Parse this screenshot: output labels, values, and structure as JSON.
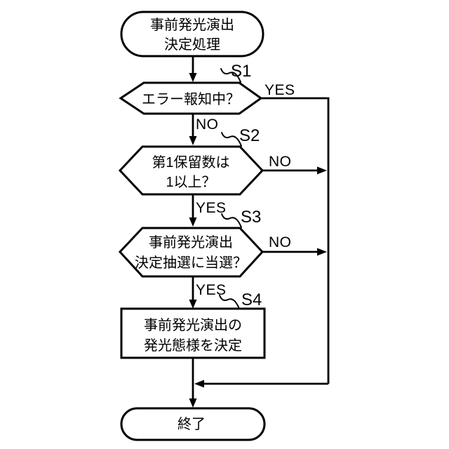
{
  "diagram": {
    "background": "#ffffff",
    "line_color": "#000000",
    "nodes": {
      "start": {
        "type": "terminal",
        "line1": "事前発光演出",
        "line2": "決定処理"
      },
      "s1": {
        "type": "decision",
        "step": "S1",
        "text": "エラー報知中？",
        "yes": "YES",
        "no": "NO"
      },
      "s2": {
        "type": "decision",
        "step": "S2",
        "line1": "第1保留数は",
        "line2": "1以上？",
        "yes": "YES",
        "no": "NO"
      },
      "s3": {
        "type": "decision",
        "step": "S3",
        "line1": "事前発光演出",
        "line2": "決定抽選に当選？",
        "yes": "YES",
        "no": "NO"
      },
      "s4": {
        "type": "process",
        "step": "S4",
        "line1": "事前発光演出の",
        "line2": "発光態様を決定"
      },
      "end": {
        "type": "terminal",
        "text": "終了"
      }
    }
  }
}
